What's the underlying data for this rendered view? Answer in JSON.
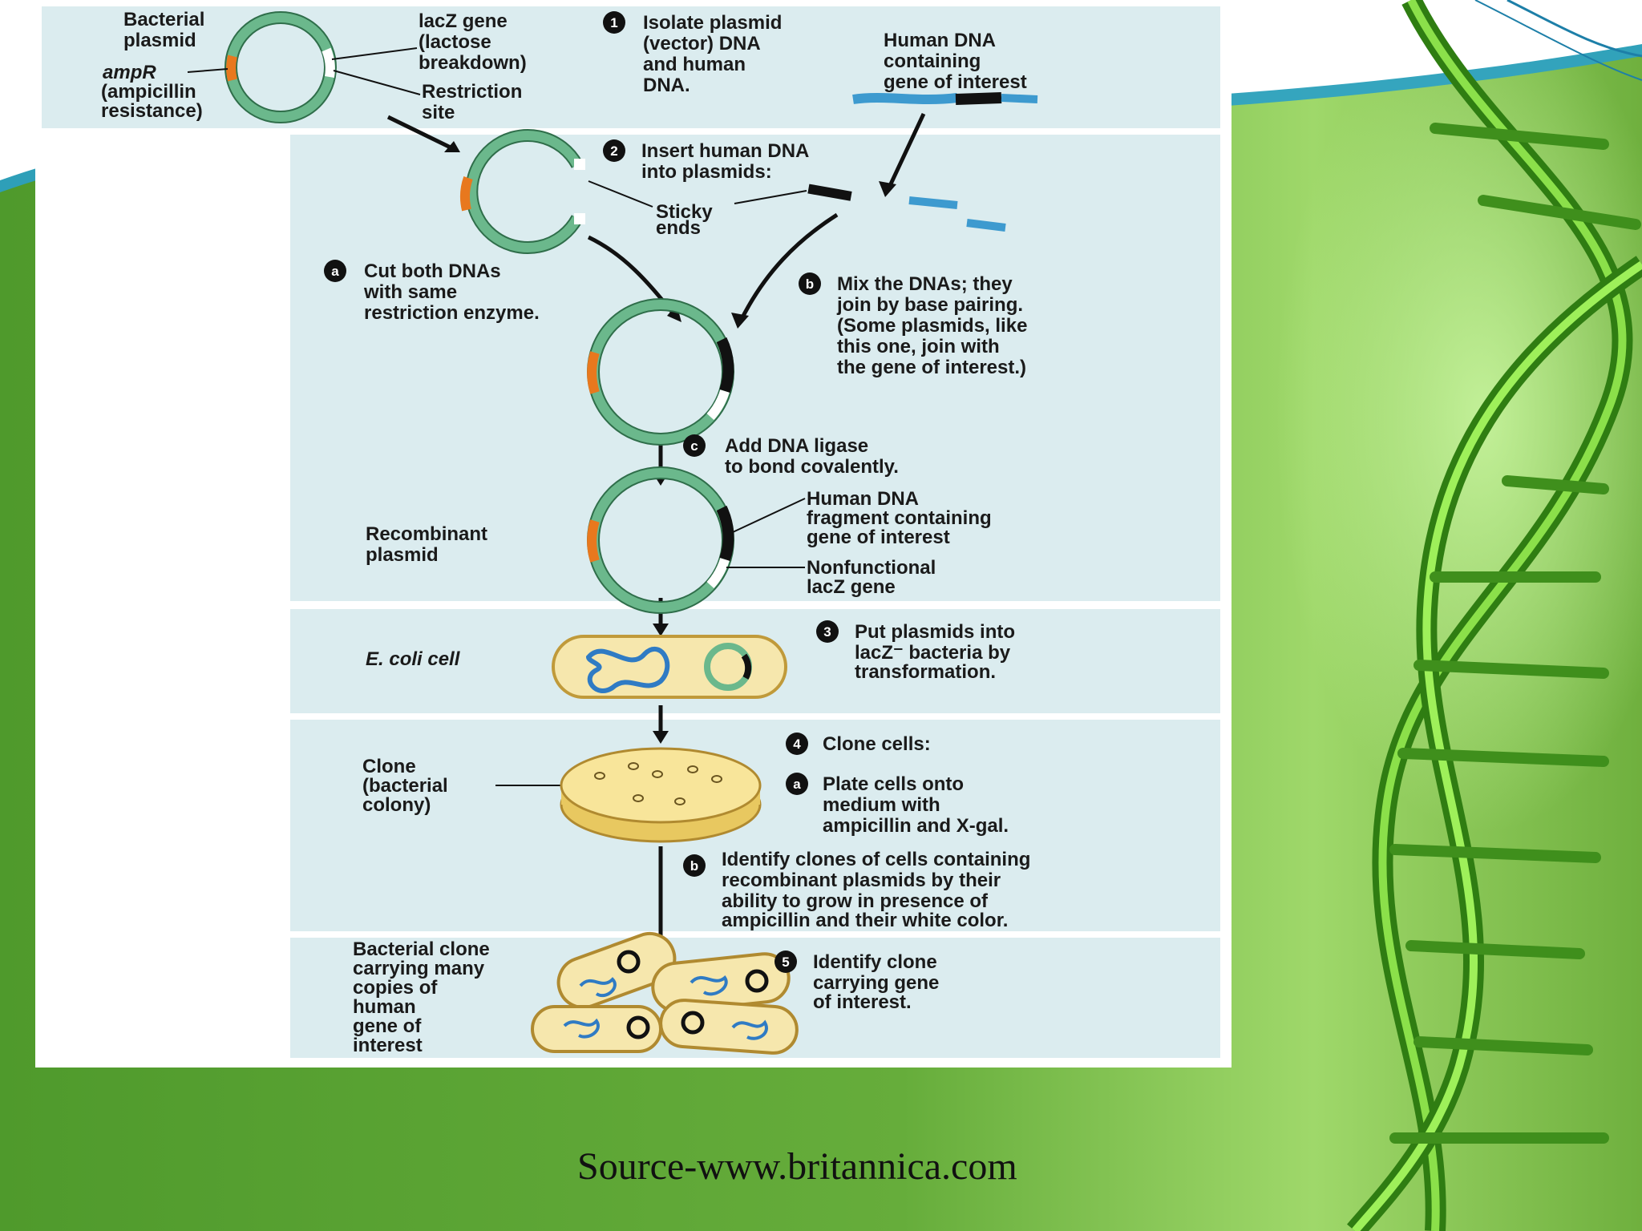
{
  "source": "Source-www.britannica.com",
  "colors": {
    "panel": "#dbecef",
    "plasmid_green": "#5fae80",
    "ampR_orange": "#e8781e",
    "cell_fill": "#f6e7ad",
    "dna_blue": "#2f7bc4",
    "slide_green": "#5aa234"
  },
  "step1": {
    "badge": "1",
    "text": [
      "Isolate plasmid",
      "(vector) DNA",
      "and human",
      "DNA."
    ],
    "bacterial_plasmid": [
      "Bacterial",
      "plasmid"
    ],
    "ampR": [
      "ampR",
      "(ampicillin",
      "resistance)"
    ],
    "lacZ": [
      "lacZ gene",
      "(lactose",
      "breakdown)"
    ],
    "restriction_site": [
      "Restriction",
      "site"
    ],
    "human_dna": [
      "Human DNA",
      "containing",
      "gene of interest"
    ]
  },
  "step2": {
    "badge": "2",
    "text": [
      "Insert human DNA",
      "into plasmids:"
    ],
    "sticky_ends": [
      "Sticky",
      "ends"
    ],
    "a_badge": "a",
    "a_text": [
      "Cut both DNAs",
      "with same",
      "restriction enzyme."
    ],
    "b_badge": "b",
    "b_text": [
      "Mix the DNAs; they",
      "join by base pairing.",
      "(Some plasmids, like",
      "this one, join with",
      "the gene of interest.)"
    ],
    "c_badge": "c",
    "c_text": [
      "Add DNA ligase",
      "to bond covalently."
    ],
    "recombinant": [
      "Recombinant",
      "plasmid"
    ],
    "human_fragment": [
      "Human DNA",
      "fragment containing",
      "gene of interest"
    ],
    "nonfunctional": [
      "Nonfunctional",
      "lacZ gene"
    ]
  },
  "step3": {
    "badge": "3",
    "ecoli": "E. coli cell",
    "text": [
      "Put plasmids into",
      "lacZ⁻ bacteria by",
      "transformation."
    ]
  },
  "step4": {
    "badge": "4",
    "title": "Clone cells:",
    "clone": [
      "Clone",
      "(bacterial",
      "colony)"
    ],
    "a_badge": "a",
    "a_text": [
      "Plate cells onto",
      "medium with",
      "ampicillin and X-gal."
    ],
    "b_badge": "b",
    "b_text": [
      "Identify clones of cells containing",
      "recombinant plasmids by their",
      "ability to grow in presence of",
      "ampicillin and their white color."
    ]
  },
  "step5": {
    "badge": "5",
    "left": [
      "Bacterial clone",
      "carrying many",
      "copies of",
      "human",
      "gene of",
      "interest"
    ],
    "text": [
      "Identify clone",
      "carrying gene",
      "of interest."
    ]
  }
}
